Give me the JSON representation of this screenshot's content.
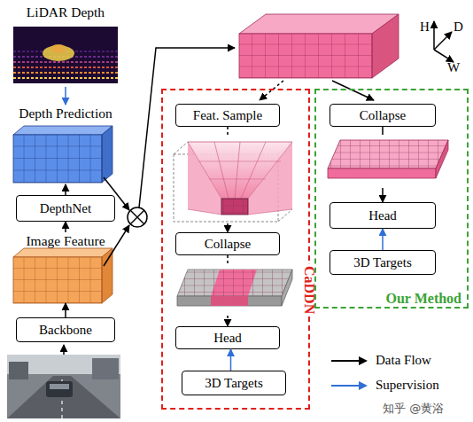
{
  "diagram": {
    "nodes": [
      {
        "text": [
          "LiDAR Depth"
        ]
      },
      {
        "text": [
          "Depth Prediction"
        ]
      },
      {
        "text": [
          "DepthNet"
        ]
      },
      {
        "text": [
          "Image Feature"
        ]
      },
      {
        "text": [
          "Backbone"
        ]
      },
      {
        "text": [
          "CaDDN"
        ]
      },
      {
        "text": [
          "Feat. Sample"
        ],
        "in": 5
      },
      {
        "text": [
          "Collapse"
        ],
        "in": 5
      },
      {
        "text": [
          "Head"
        ],
        "in": 5
      },
      {
        "text": [
          "3D Targets"
        ],
        "in": 5
      },
      {
        "text": [
          "Our Method"
        ]
      },
      {
        "text": [
          "Collapse"
        ],
        "in": 10
      },
      {
        "text": [
          "Head"
        ],
        "in": 10
      },
      {
        "text": [
          "3D Targets"
        ],
        "in": 10
      }
    ],
    "edges": [
      {
        "from": 0,
        "to": 1,
        "arrow": "to"
      },
      {
        "from": 2,
        "to": 1,
        "arrow": "to"
      },
      {
        "from": 3,
        "to": 2,
        "arrow": "to"
      },
      {
        "from": 4,
        "to": 3,
        "arrow": "to"
      },
      {
        "from": 6,
        "to": 7,
        "arrow": "to"
      },
      {
        "from": 7,
        "to": 8,
        "arrow": "to"
      },
      {
        "from": 9,
        "to": 8,
        "arrow": "to"
      },
      {
        "from": 11,
        "to": 12,
        "arrow": "to"
      },
      {
        "from": 13,
        "to": 12,
        "arrow": "to"
      }
    ],
    "labels": [
      "H",
      "D",
      "W",
      "知乎 @黄浴"
    ],
    "legend": [
      {
        "text": "Data Flow"
      },
      {
        "text": "Supervision"
      }
    ]
  }
}
